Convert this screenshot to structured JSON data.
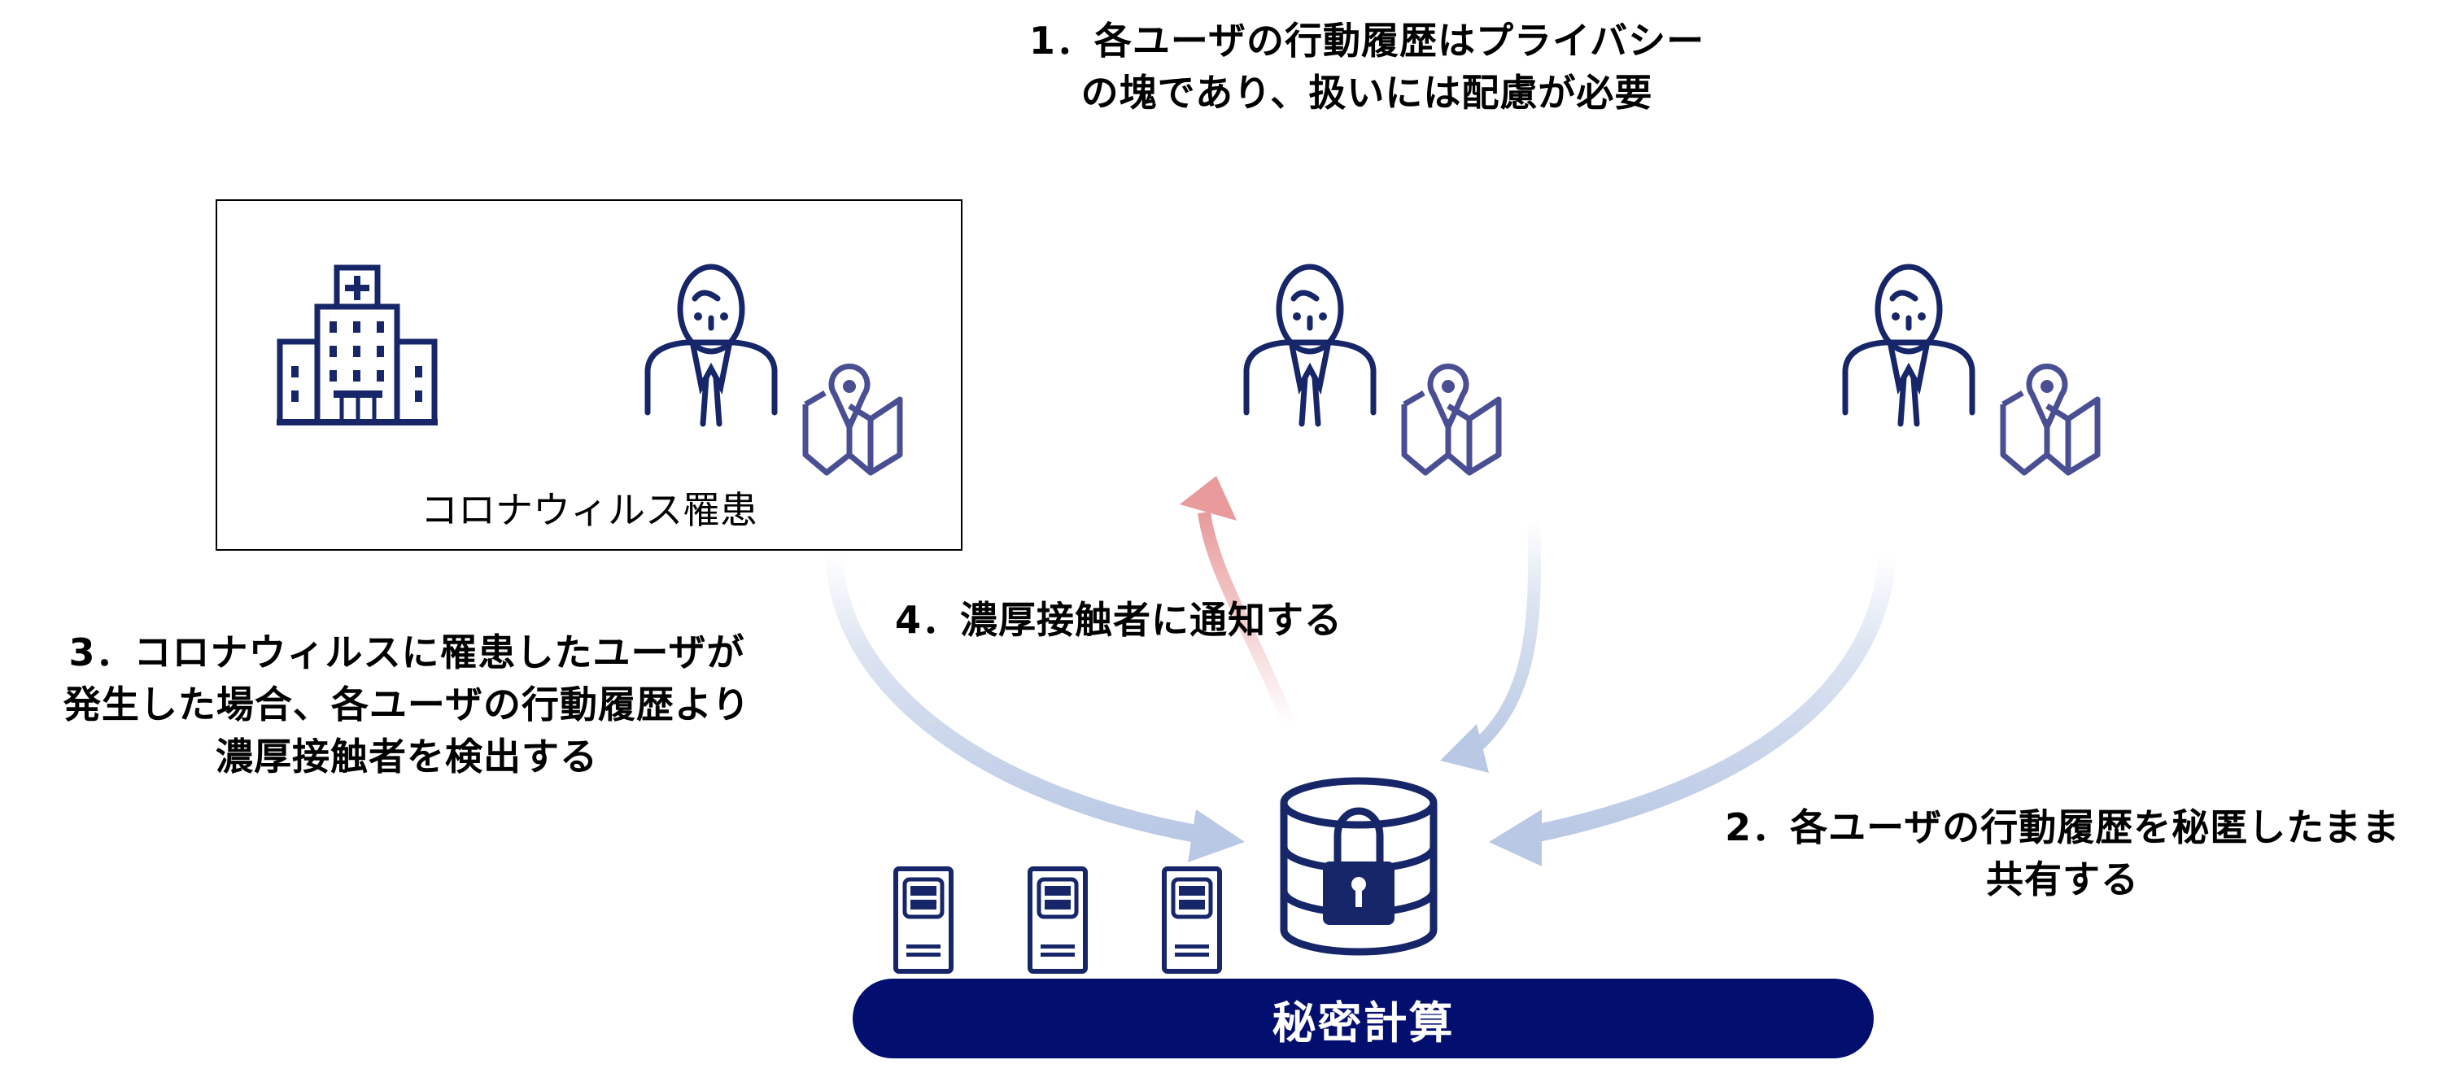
{
  "title": {
    "line1": "1．各ユーザの行動履歴はプライバシー",
    "line2": "の塊であり、扱いには配慮が必要"
  },
  "patient_box": {
    "label": "コロナウィルス罹患",
    "icons": [
      "hospital-icon",
      "person-icon",
      "map-pin-icon"
    ]
  },
  "users": [
    {
      "icons": [
        "person-icon",
        "map-pin-icon"
      ]
    },
    {
      "icons": [
        "person-icon",
        "map-pin-icon"
      ]
    }
  ],
  "steps": {
    "step2": {
      "line1": "2．各ユーザの行動履歴を秘匿したまま",
      "line2": "共有する"
    },
    "step3": {
      "line1": "3．コロナウィルスに罹患したユーザが",
      "line2": "発生した場合、各ユーザの行動履歴より",
      "line3": "濃厚接触者を検出する"
    },
    "step4": {
      "line1": "4．濃厚接触者に通知する"
    }
  },
  "secure_computation": {
    "label": "秘密計算",
    "server_count": 3,
    "database_icon": "locked-database-icon"
  },
  "colors": {
    "navy": "#162668",
    "bar": "#030f6e",
    "map": "#4a4f94",
    "arrow_blue": "#b9c8e4",
    "arrow_red": "#e89a9c"
  }
}
